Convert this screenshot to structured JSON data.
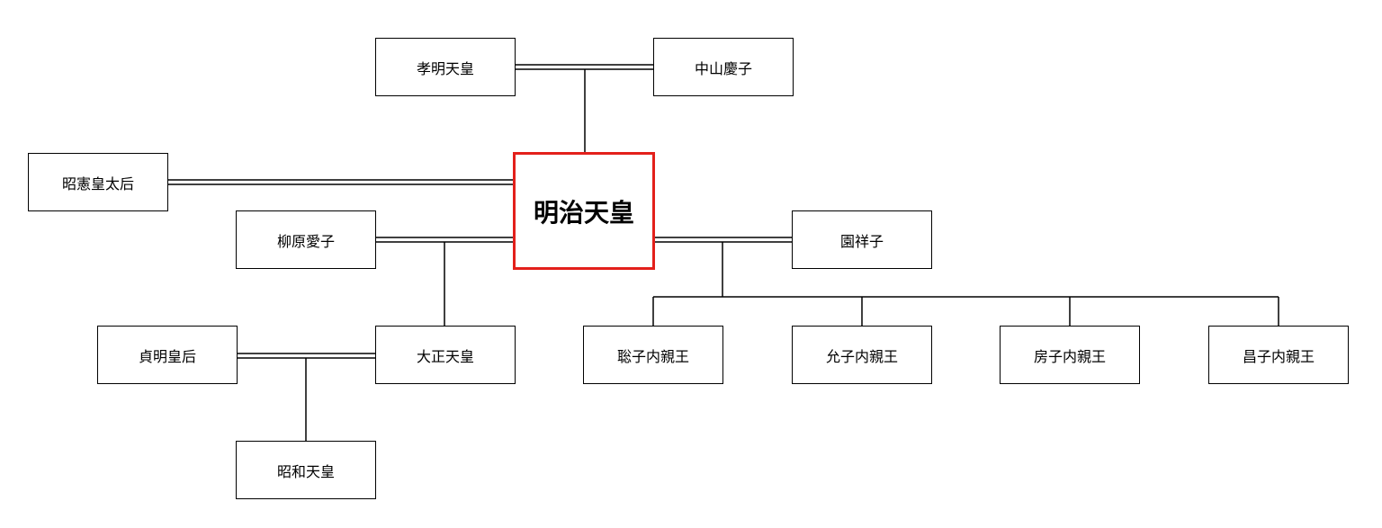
{
  "nodes": {
    "komei": "孝明天皇",
    "nakayama": "中山慶子",
    "shoken": "昭憲皇太后",
    "meiji": "明治天皇",
    "yanagihara": "柳原愛子",
    "sono": "園祥子",
    "teimei": "貞明皇后",
    "taisho": "大正天皇",
    "toshiko": "聡子内親王",
    "masako": "允子内親王",
    "fusako": "房子内親王",
    "nobuko": "昌子内親王",
    "showa": "昭和天皇"
  },
  "colors": {
    "highlight_border": "#e3201b",
    "line": "#000000",
    "box_border": "#000000"
  }
}
